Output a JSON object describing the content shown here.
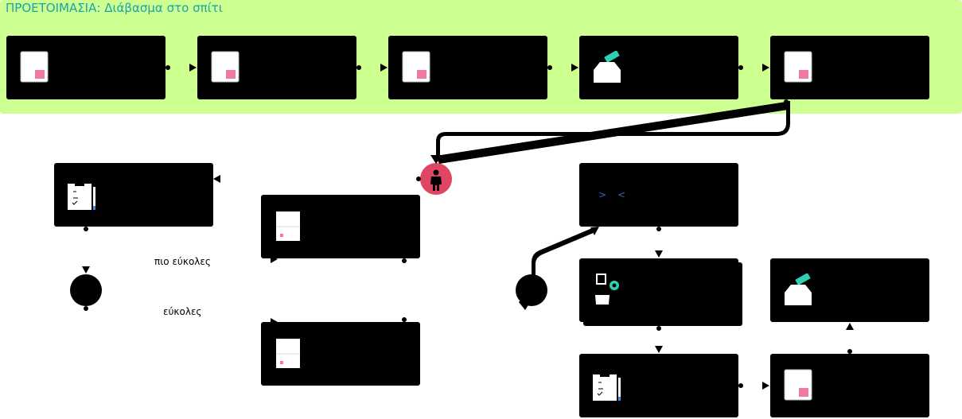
{
  "lane": {
    "title": "ΠΡΟΕΤΟΙΜΑΣΙΑ: Διάβασμα στο σπίτι"
  },
  "branches": {
    "harder": "πιο εύκολες",
    "easier": "εύκολες"
  },
  "colors": {
    "lane": "#cdff91",
    "title": "#1aa5a8",
    "accent": "#e04563",
    "teal": "#2fcfb4",
    "node": "#000000"
  },
  "icons": [
    "document-icon",
    "inbox-icon",
    "clipboard-icon",
    "person-icon",
    "compare-icon",
    "bucket-icon"
  ]
}
